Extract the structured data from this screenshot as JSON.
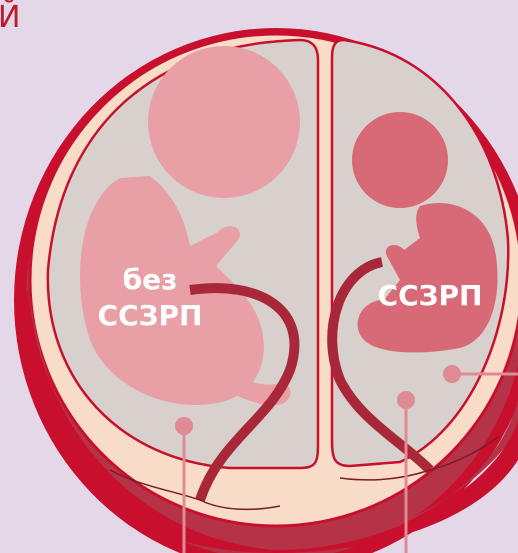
{
  "title_fragment": "Й",
  "labels": {
    "fetus_left_line1": "без",
    "fetus_left_line2": "ССЗРП",
    "fetus_right": "ССЗРП"
  },
  "colors": {
    "background": "#e4d8e8",
    "uterus_wall": "#c8102e",
    "uterus_inner": "#b83545",
    "chorion_fill": "#f8dcc8",
    "amniotic_fluid": "#d8d0cc",
    "fetus_normal": "#e8a0a6",
    "fetus_sgr": "#d86a78",
    "cord": "#a8283a",
    "pointer": "#e08a94",
    "title_red": "#c0192f"
  }
}
